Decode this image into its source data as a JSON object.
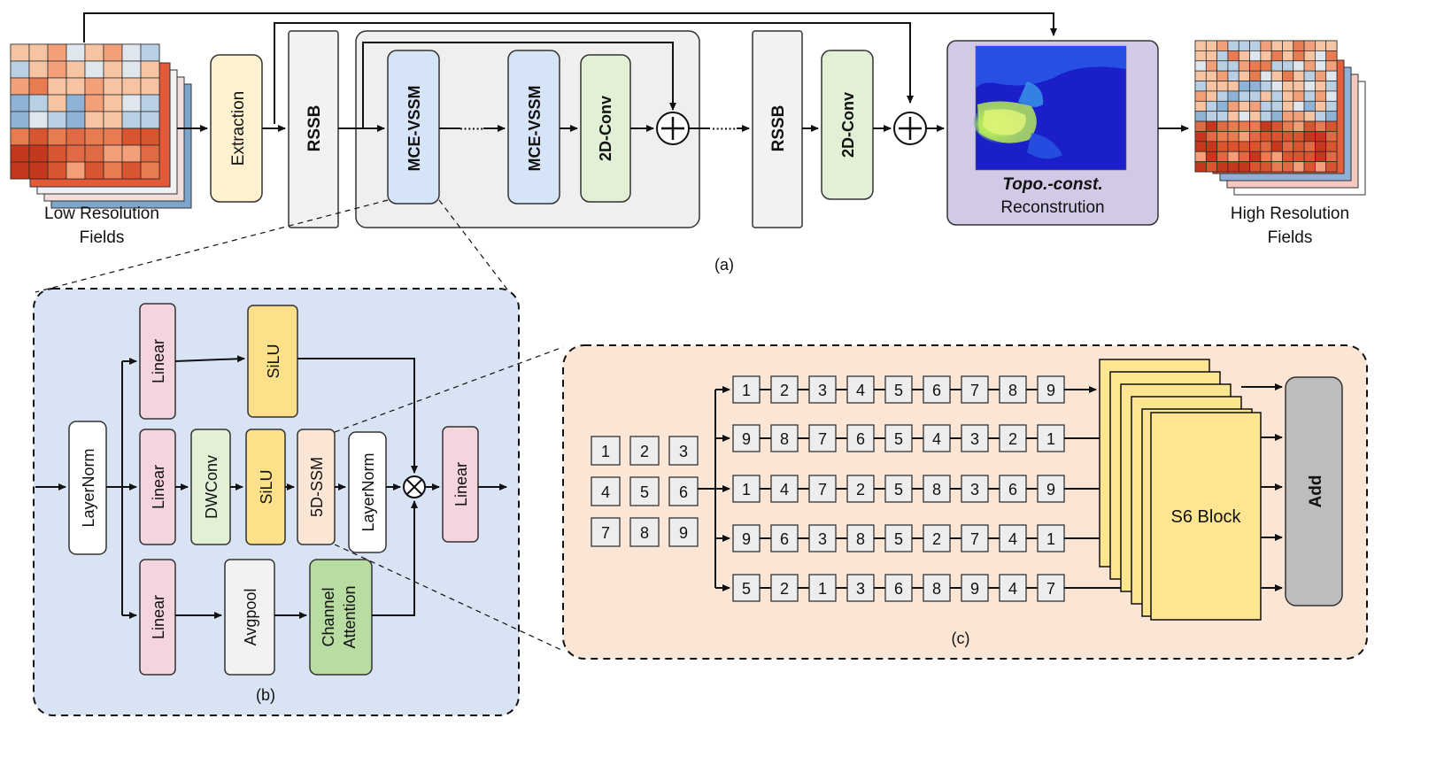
{
  "panel_a": {
    "caption": "(a)",
    "input_label": [
      "Low Resolution",
      "Fields"
    ],
    "output_label": [
      "High Resolution",
      "Fields"
    ],
    "extraction": "Extraction",
    "rssb": "RSSB",
    "mce_vssm": "MCE-VSSM",
    "ellipsis": "······",
    "conv2d": "2D-Conv",
    "topo_line1": "Topo.-const.",
    "topo_line2": "Reconstrution"
  },
  "panel_b": {
    "caption": "(b)",
    "layernorm": "LayerNorm",
    "linear": "Linear",
    "silu": "SiLU",
    "dwconv": "DWConv",
    "ssm5d": "5D-SSM",
    "avgpool": "Avgpool",
    "channel_attention": [
      "Channel",
      "Attention"
    ]
  },
  "panel_c": {
    "caption": "(c)",
    "grid": [
      [
        "1",
        "2",
        "3"
      ],
      [
        "4",
        "5",
        "6"
      ],
      [
        "7",
        "8",
        "9"
      ]
    ],
    "sequences": [
      [
        "1",
        "2",
        "3",
        "4",
        "5",
        "6",
        "7",
        "8",
        "9"
      ],
      [
        "9",
        "8",
        "7",
        "6",
        "5",
        "4",
        "3",
        "2",
        "1"
      ],
      [
        "1",
        "4",
        "7",
        "2",
        "5",
        "8",
        "3",
        "6",
        "9"
      ],
      [
        "9",
        "6",
        "3",
        "8",
        "5",
        "2",
        "7",
        "4",
        "1"
      ],
      [
        "5",
        "2",
        "1",
        "3",
        "6",
        "8",
        "9",
        "4",
        "7"
      ]
    ],
    "s6_block": "S6 Block",
    "add": "Add"
  },
  "colors": {
    "extraction": "#fdf1cf",
    "mce_vssm": "#d6e4f7",
    "conv": "#e2f1d6",
    "topo_bg": "#d1c9e6",
    "panel_b_bg": "#d8e3f4",
    "panel_c_bg": "#fbe5d4",
    "linear": "#f5d5dd",
    "silu": "#fde08a",
    "dwconv": "#e2f1d6",
    "ssm": "#fbe5d4",
    "channel_att": "#b9dca3",
    "s6": "#fde592",
    "add": "#bdbdbd"
  }
}
